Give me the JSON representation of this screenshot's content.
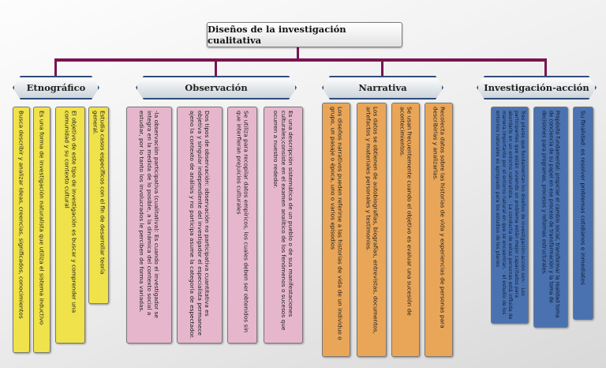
{
  "title": "Diseños de la investigación cualitativa",
  "sections": [
    {
      "label": "Etnográfico",
      "color": "#efe24a",
      "cards": [
        "Busca describir y analizar ideas, creencias, significados, conocimientos",
        "Es una forma de investigación naturalista que utiliza el sistema inductivo",
        "El objetivo de este tipo de investigación es buscar y comprender una comunidad y su contexto cultural",
        "Estudia casos específicos con el fin de desarrollar teoría general."
      ]
    },
    {
      "label": "Observación",
      "color": "#e6b7cc",
      "cards": [
        "-la observación participativa (cualitativa): Es cuando el investigador se integra en la medida de lo posible, a la dinámica del contexto social a estudiar, por lo tanto los involucrados le perciben de forma variadas.",
        "Dos tipos de observación: observación no participativa cuantitativa es objetiva y singular independiente del investigador el especialista permanece ajeno la contexto de análisis y no participa asume la categoría de espectador.",
        "Se utiliza para recopilar datos empíricos, los cuales deben ser obtenidos sin que interfieran prejuicios culturales",
        "Es una descripción sistemática de un pueblo o de sus manifestaciones culturales;consiste en el examen analítico de los fenómenos o sucesos que ocurren a nuestro rededor."
      ]
    },
    {
      "label": "Narrativa",
      "color": "#e9a659",
      "cards": [
        "Los diseños narrativos pueden referirse a las historias de vida de un individuo o grupo, un pasaje o época, uno o varios episodios",
        "Los datos se obtienen de autobiografías, biografías, entrevistas, documentos, artefactos y materiales personales y testimonios.",
        "Se usan frecuentemente cuando el objetivo es evaluar una sucesión de acontecimientos.",
        "Recolecta datos sobre las historias de vida y experiencias de personas para describirlas y analizarlas."
      ]
    },
    {
      "label": "Investigación-acción",
      "color": "#4a72b0",
      "cards": [
        "Tres pilares que fundamentan los diseños de investigación-acción son: · Los participantes que están viviendo un problema están mejor capacitados para abordarlo en un entorno naturalista. · La conducta de estas personas está influida de manera importante por el entorno natural en que se encuentran. · el estudio de los entornos naturales es apropiado para los estudios de los planes",
        "Propósito fundamental: propiciar el cambio social, transformar la realidad toma de conciencia de su papel en ese proceso de transformación y la toma de decisiones para programas, procesos y reformas estructurales.",
        "Su finalidad: es resolver problemas cotidianos e inmediatos"
      ]
    }
  ]
}
